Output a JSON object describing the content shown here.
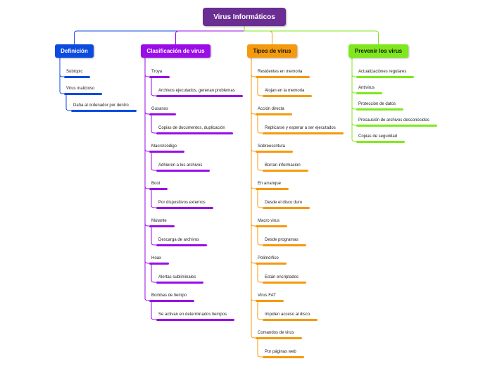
{
  "central": {
    "label": "Virus Informáticos",
    "color": "#6a2d91"
  },
  "branches": [
    {
      "id": "definicion",
      "label": "Definición",
      "color": "#0b4be0",
      "items": [
        {
          "label": "Subtopic",
          "children": []
        },
        {
          "label": "Virus malicioso",
          "children": [
            "Daña al ordenador por dentro"
          ]
        }
      ]
    },
    {
      "id": "clasificacion",
      "label": "Clasificación de virus",
      "color": "#9a0de8",
      "items": [
        {
          "label": "Troya",
          "children": [
            "Archivos ejecutados, generan problemas"
          ]
        },
        {
          "label": "Gusanos",
          "children": [
            "Copias de documentos, duplicación"
          ]
        },
        {
          "label": "Macro/código",
          "children": [
            "Adhieren a los archivos"
          ]
        },
        {
          "label": "Boot",
          "children": [
            "Por dispositivos externos"
          ]
        },
        {
          "label": "Mutante",
          "children": [
            "Descarga de archivos"
          ]
        },
        {
          "label": "Hoax",
          "children": [
            "Alertas subliminales"
          ]
        },
        {
          "label": "Bombas de tiempo",
          "children": [
            "Se activan en determinados tiempos"
          ]
        }
      ]
    },
    {
      "id": "tipos",
      "label": "Tipos de virus",
      "color": "#f59a0c",
      "items": [
        {
          "label": "Residentes en memoria",
          "children": [
            "Alojan en la memoria"
          ]
        },
        {
          "label": "Acción directa",
          "children": [
            "Replicarse y esperar a ser ejecutados"
          ]
        },
        {
          "label": "Sobreescritura",
          "children": [
            "Borran informacion"
          ]
        },
        {
          "label": "En arranque",
          "children": [
            "Desde el disco duro"
          ]
        },
        {
          "label": "Macro virus",
          "children": [
            "Desde programas"
          ]
        },
        {
          "label": "Polimórfico",
          "children": [
            "Están encriptados"
          ]
        },
        {
          "label": "Virus FAT",
          "children": [
            "Impiden acceso al disco"
          ]
        },
        {
          "label": "Comandos de virus",
          "children": [
            "Por páginas web"
          ]
        }
      ]
    },
    {
      "id": "prevenir",
      "label": "Prevenir los virus",
      "color": "#7ee81c",
      "items": [
        {
          "label": "Actualizaciónes regulares",
          "children": []
        },
        {
          "label": "Antivirus",
          "children": []
        },
        {
          "label": "Protección de datos",
          "children": []
        },
        {
          "label": "Precaución de archivos desconocidos",
          "children": []
        },
        {
          "label": "Copias de seguridad",
          "children": []
        }
      ]
    }
  ]
}
